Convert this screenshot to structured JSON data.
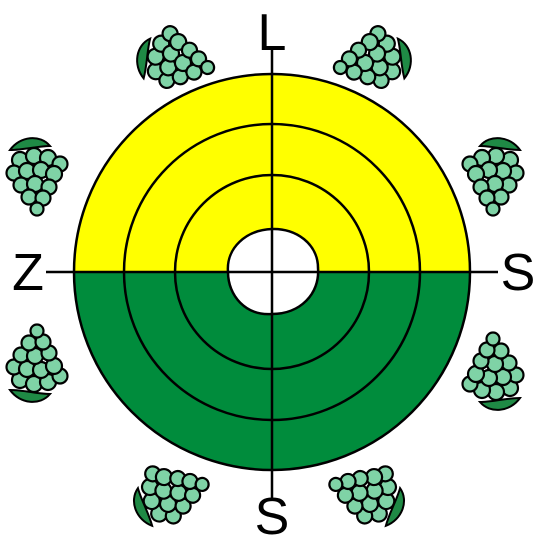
{
  "labels": {
    "top": "L",
    "left": "Z",
    "right": "S",
    "bottom": "S"
  },
  "colors": {
    "upper_half": "#ffff00",
    "lower_half": "#008c3c",
    "grape_berry": "#7fd3a6",
    "leaf": "#1f8a45",
    "outline": "#000000",
    "background": "#ffffff"
  },
  "icons": {
    "decoration": "grape-cluster-icon",
    "count": 8
  }
}
